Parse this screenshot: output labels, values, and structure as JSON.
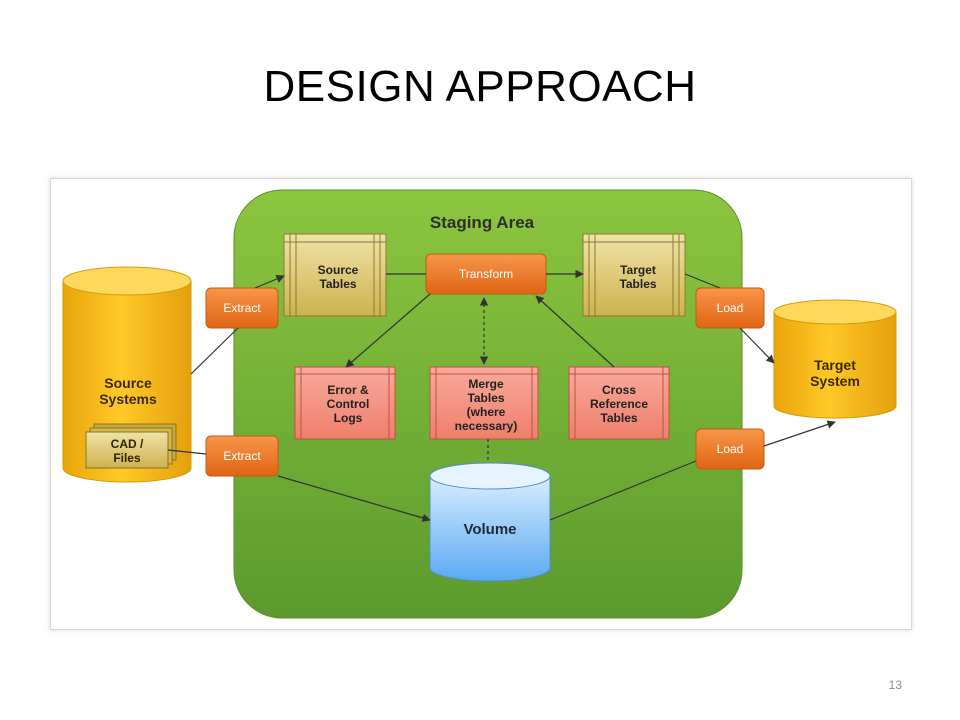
{
  "slide": {
    "title": "DESIGN APPROACH",
    "page_number": "13"
  },
  "diagram": {
    "staging_area": "Staging Area",
    "source_systems": [
      "Source",
      "Systems"
    ],
    "cad_files": [
      "CAD /",
      "Files"
    ],
    "target_system": [
      "Target",
      "System"
    ],
    "source_tables": [
      "Source",
      "Tables"
    ],
    "target_tables": [
      "Target",
      "Tables"
    ],
    "transform": "Transform",
    "extract_top": "Extract",
    "extract_bottom": "Extract",
    "load_top": "Load",
    "load_bottom": "Load",
    "error_logs": [
      "Error &",
      "Control",
      "Logs"
    ],
    "merge_tables": [
      "Merge",
      "Tables",
      "(where",
      "necessary)"
    ],
    "cross_ref": [
      "Cross",
      "Reference",
      "Tables"
    ],
    "volume": "Volume",
    "colors": {
      "staging_green": "#7cb83e",
      "cylinder_yellow": "#f5b70f",
      "orange_box": "#ee7a22",
      "red_box": "#f2907f",
      "table_gold": "#ddc870",
      "volume_blue": "#7ec0ee"
    }
  }
}
